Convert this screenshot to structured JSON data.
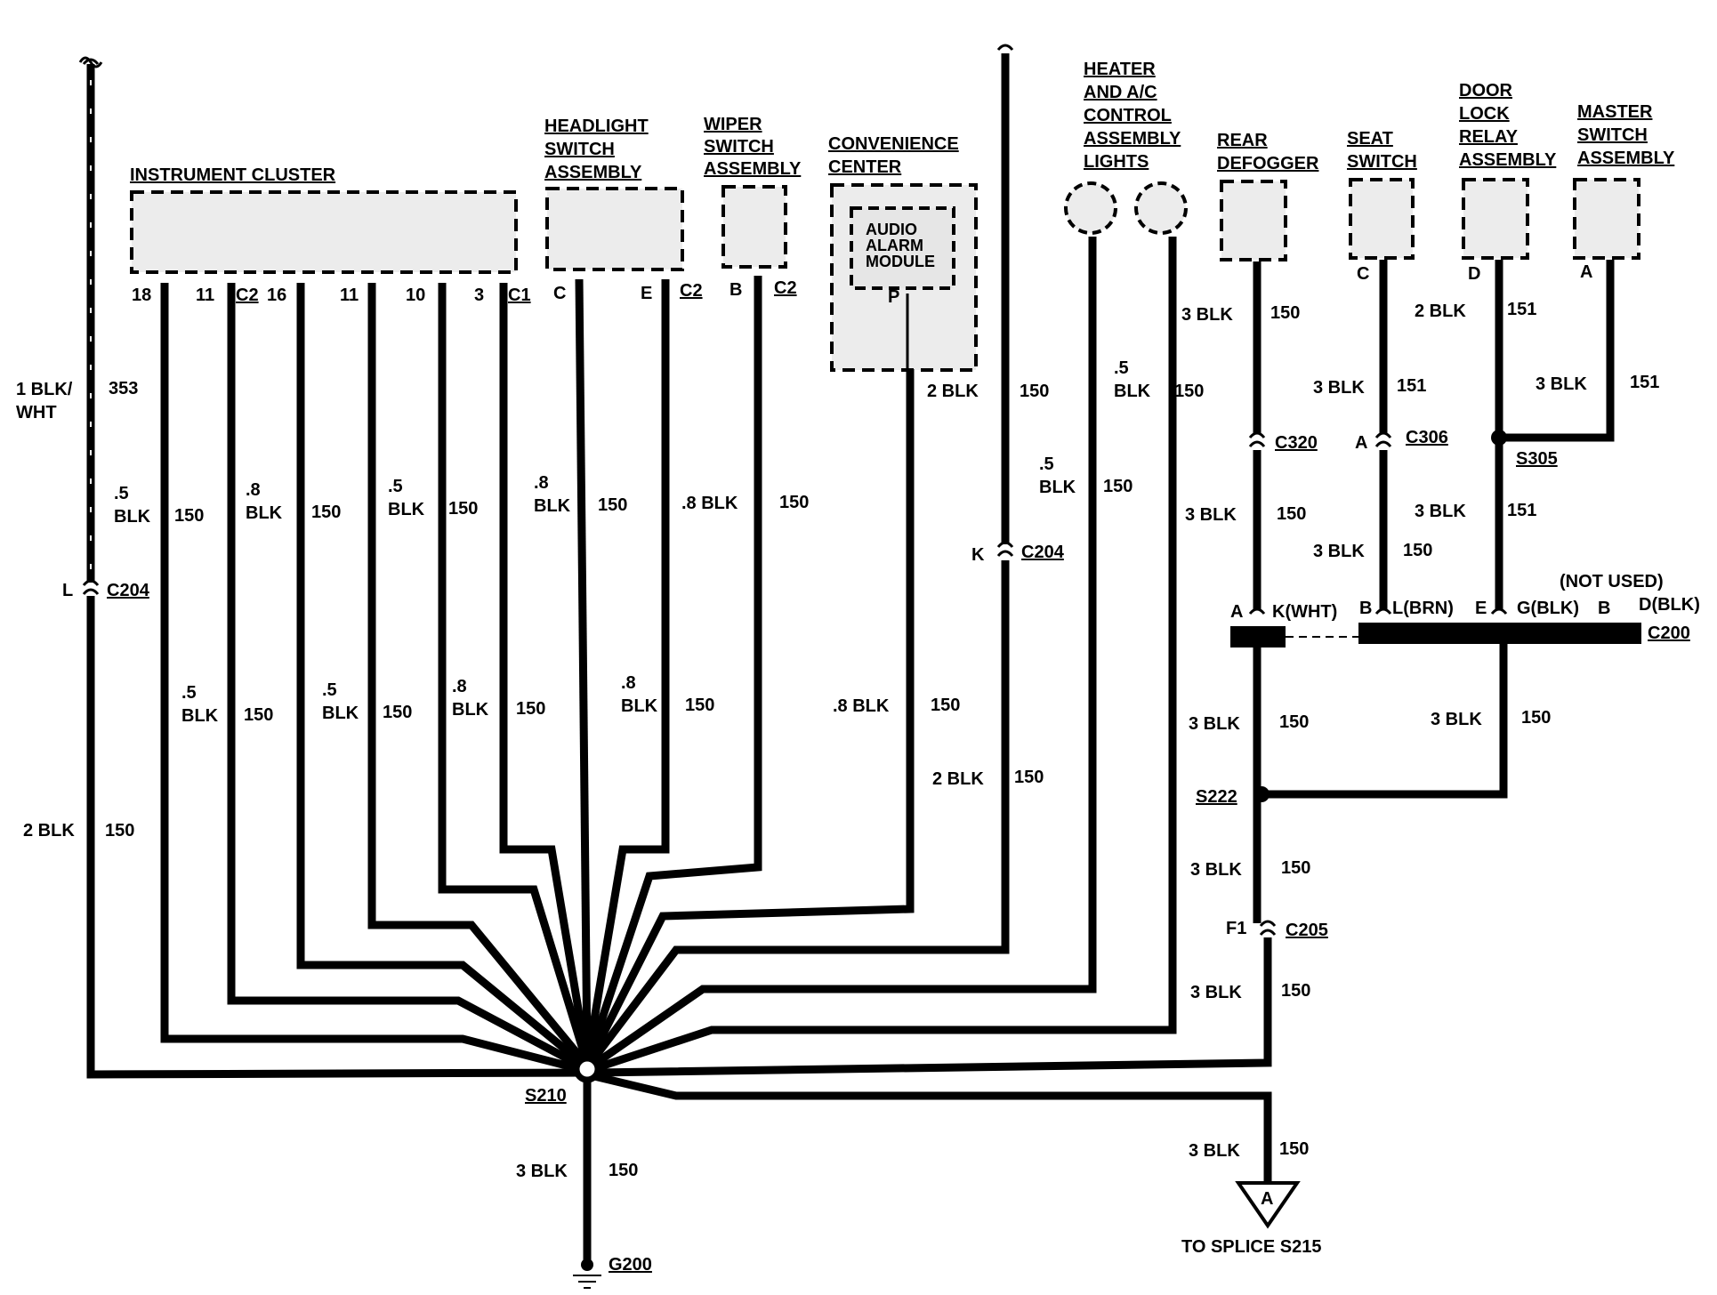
{
  "components": {
    "instrument_cluster": "INSTRUMENT CLUSTER",
    "headlight_switch": [
      "HEADLIGHT",
      "SWITCH",
      "ASSEMBLY"
    ],
    "wiper_switch": [
      "WIPER",
      "SWITCH",
      "ASSEMBLY"
    ],
    "convenience_center": [
      "CONVENIENCE",
      "CENTER"
    ],
    "audio_alarm": [
      "AUDIO",
      "ALARM",
      "MODULE"
    ],
    "heater_ac": [
      "HEATER",
      "AND A/C",
      "CONTROL",
      "ASSEMBLY",
      "LIGHTS"
    ],
    "rear_defogger": [
      "REAR",
      "DEFOGGER"
    ],
    "seat_switch": [
      "SEAT",
      "SWITCH"
    ],
    "door_lock_relay": [
      "DOOR",
      "LOCK",
      "RELAY",
      "ASSEMBLY"
    ],
    "master_switch": [
      "MASTER",
      "SWITCH",
      "ASSEMBLY"
    ]
  },
  "pins": {
    "ic": [
      "18",
      "11",
      "16",
      "11",
      "10",
      "3"
    ],
    "hl": [
      "C",
      "E"
    ],
    "wiper": "B",
    "audio": "P",
    "defog_none": "",
    "seat": "C",
    "door": "D",
    "master": "A",
    "c306_pin": "A",
    "c204_left": "L",
    "c204_right": "K",
    "c205_pin": "F1",
    "c200": {
      "a": "A",
      "k": "K(WHT)",
      "b": "B",
      "l": "L(BRN)",
      "e": "E",
      "g": "G(BLK)",
      "b2": "B",
      "d": "D(BLK)"
    }
  },
  "connectors": {
    "c2": "C2",
    "c1": "C1",
    "c204": "C204",
    "c320": "C320",
    "c306": "C306",
    "c200": "C200",
    "c205": "C205",
    "not_used": "(NOT USED)"
  },
  "splices": {
    "s210": "S210",
    "s222": "S222",
    "s305": "S305",
    "s215": "TO SPLICE S215"
  },
  "ground": {
    "g200": "G200"
  },
  "ref_marker": "A",
  "wires": {
    "w353": [
      "1 BLK/",
      "WHT",
      "353"
    ],
    "blk2_150": [
      "2 BLK",
      "150"
    ],
    "blk05": [
      ".5",
      "BLK",
      "150"
    ],
    "blk08": [
      ".8",
      "BLK",
      "150"
    ],
    "blk08_line": [
      ".8 BLK",
      "150"
    ],
    "blk3": [
      "3 BLK",
      "150"
    ],
    "blk3_151": [
      "3 BLK",
      "151"
    ],
    "blk2_151": [
      "2 BLK",
      "151"
    ]
  }
}
